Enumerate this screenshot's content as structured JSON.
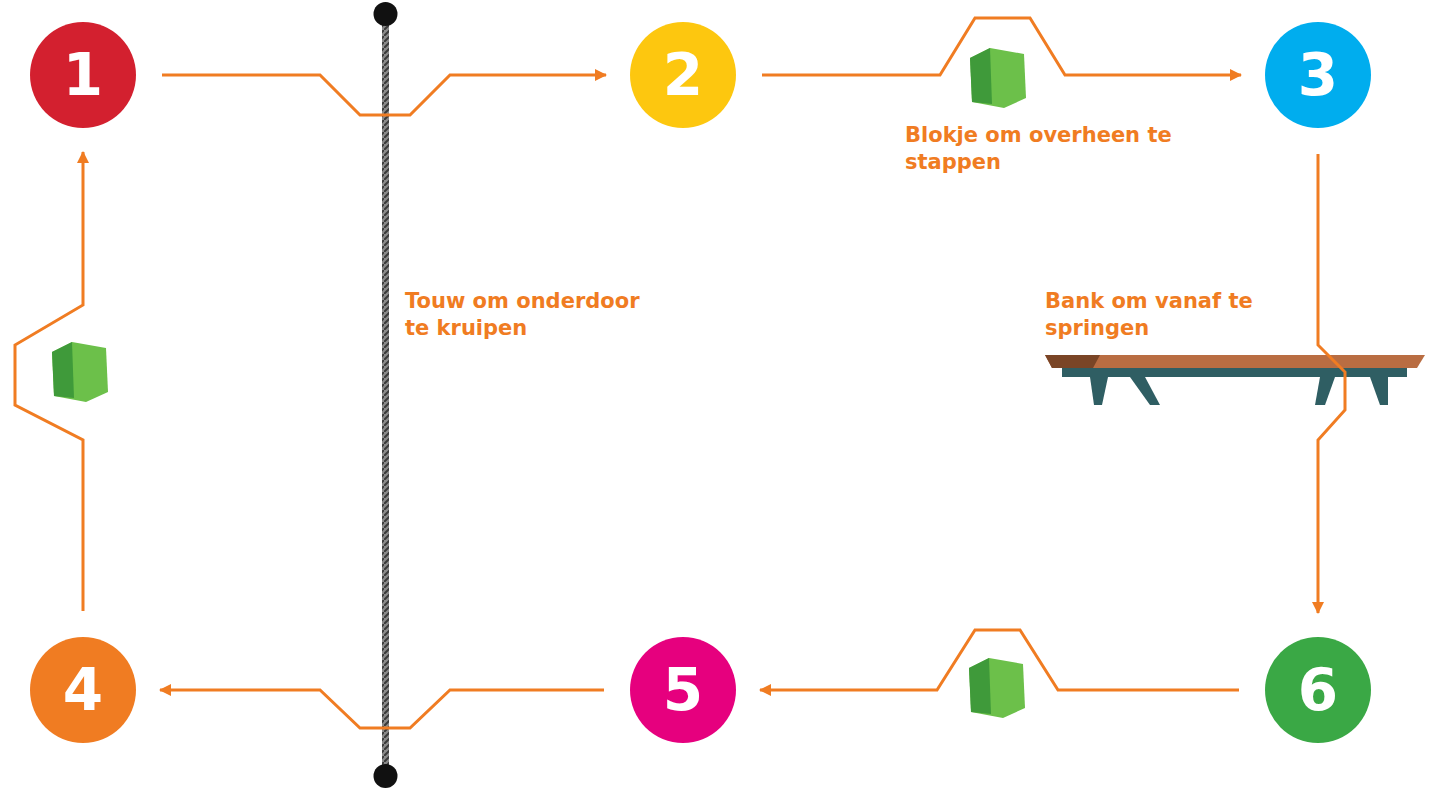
{
  "diagram": {
    "nodes": [
      {
        "text": [
          "1"
        ]
      },
      {
        "text": [
          "2"
        ]
      },
      {
        "text": [
          "3"
        ]
      },
      {
        "text": [
          "4"
        ]
      },
      {
        "text": [
          "5"
        ]
      },
      {
        "text": [
          "6"
        ]
      }
    ],
    "edges": [
      {
        "from": 0,
        "to": 1,
        "arrow": "to"
      },
      {
        "from": 1,
        "to": 2,
        "arrow": "to"
      },
      {
        "from": 2,
        "to": 5,
        "arrow": "to"
      },
      {
        "from": 5,
        "to": 4,
        "arrow": "to"
      },
      {
        "from": 4,
        "to": 3,
        "arrow": "to"
      },
      {
        "from": 3,
        "to": 0,
        "arrow": "to"
      }
    ],
    "labels": [
      "Blokje om overheen te stappen",
      "Touw om onderdoor te kruipen",
      "Bank om vanaf te springen"
    ]
  }
}
